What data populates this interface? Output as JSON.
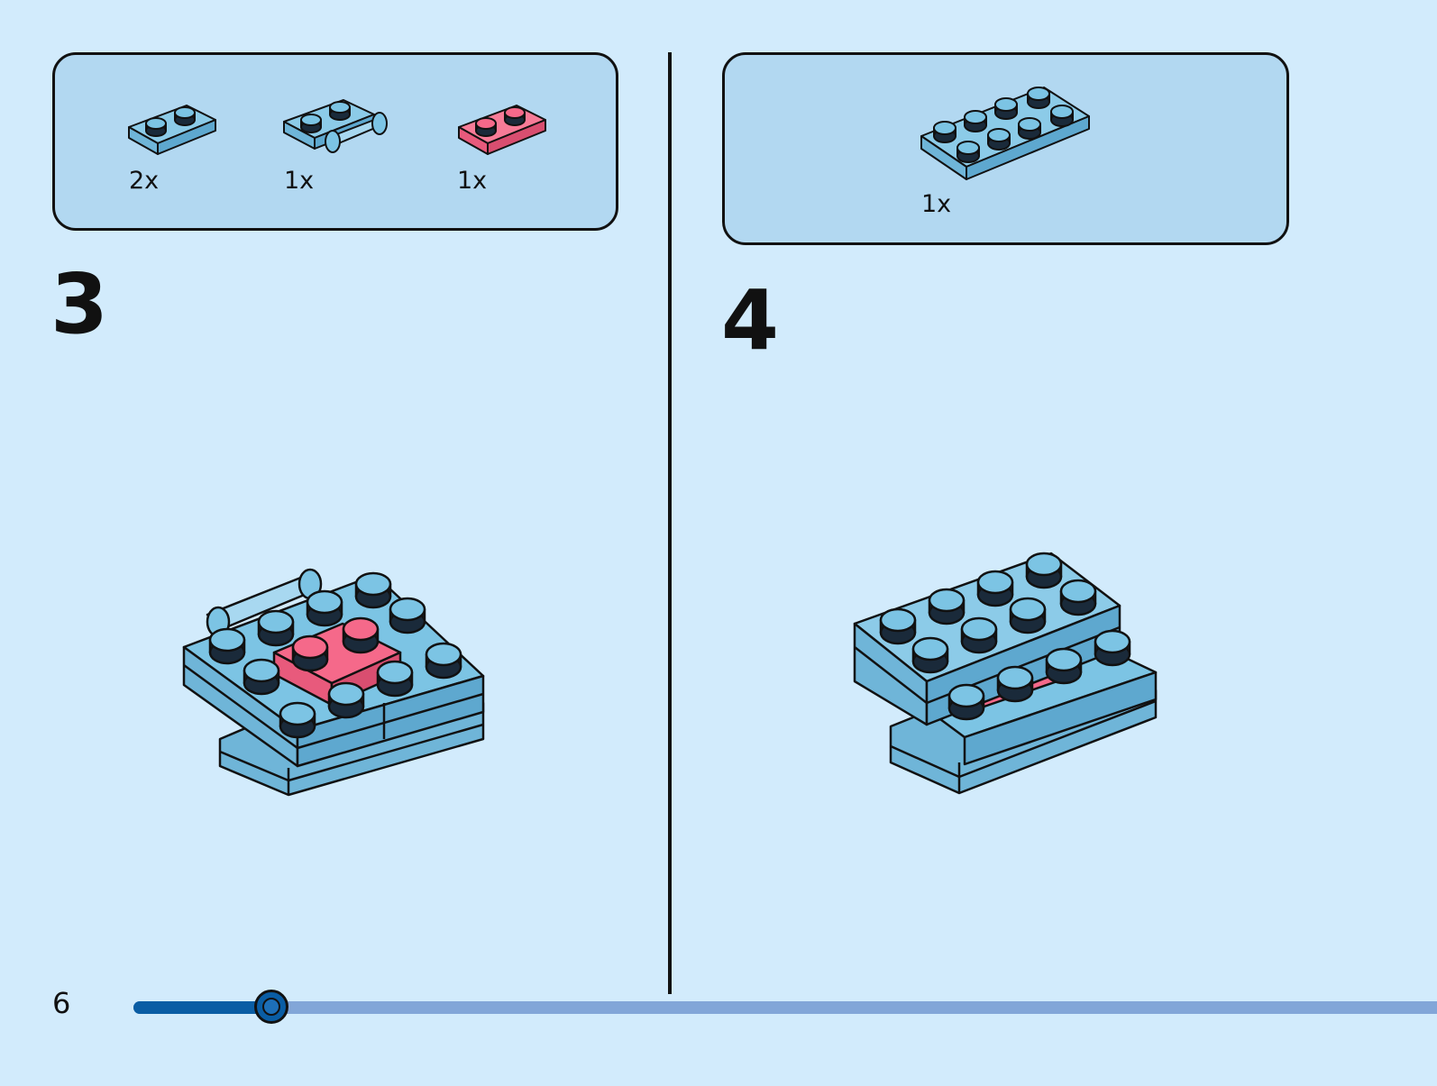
{
  "colors": {
    "background": "#d2ebfc",
    "parts_box": "#b2d8f1",
    "brick_blue": "#7cc4e4",
    "brick_pink": "#f5698a",
    "progress_fill": "#0a5da4",
    "progress_track": "#82a6d8"
  },
  "steps": [
    {
      "number": "3",
      "parts": [
        {
          "quantity": "2x",
          "part": "plate-1x2-blue"
        },
        {
          "quantity": "1x",
          "part": "plate-1x2-with-bar-handle-blue"
        },
        {
          "quantity": "1x",
          "part": "plate-1x2-pink"
        }
      ]
    },
    {
      "number": "4",
      "parts": [
        {
          "quantity": "1x",
          "part": "plate-2x4-blue"
        }
      ]
    }
  ],
  "footer": {
    "page_number": "6",
    "progress_fraction": 0.106
  }
}
